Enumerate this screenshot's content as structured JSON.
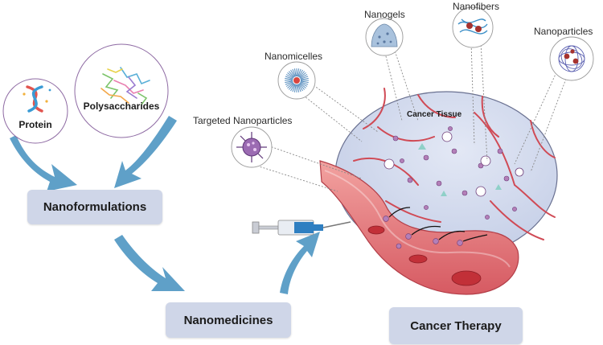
{
  "sources": [
    {
      "label": "Protein",
      "icon": "dna-icon"
    },
    {
      "label": "Polysaccharides",
      "icon": "polysaccharide-network-icon"
    }
  ],
  "stages": [
    {
      "label": "Nanoformulations"
    },
    {
      "label": "Nanomedicines"
    },
    {
      "label": "Cancer Therapy"
    }
  ],
  "carriers": [
    {
      "label": "Targeted Nanoparticles",
      "icon": "targeted-nanoparticle-icon"
    },
    {
      "label": "Nanomicelles",
      "icon": "nanomicelle-icon"
    },
    {
      "label": "Nanogels",
      "icon": "nanogel-icon"
    },
    {
      "label": "Nanofibers",
      "icon": "nanofiber-icon"
    },
    {
      "label": "Nanoparticles",
      "icon": "nanoparticle-icon"
    }
  ],
  "tissue_label": "Cancer Tissue",
  "colors": {
    "arrow": "#5fa0c8",
    "box": "#cfd6e8",
    "vessel": "#e06a70",
    "tissue": "#d4dcef",
    "syringe": "#2f7fc1"
  }
}
